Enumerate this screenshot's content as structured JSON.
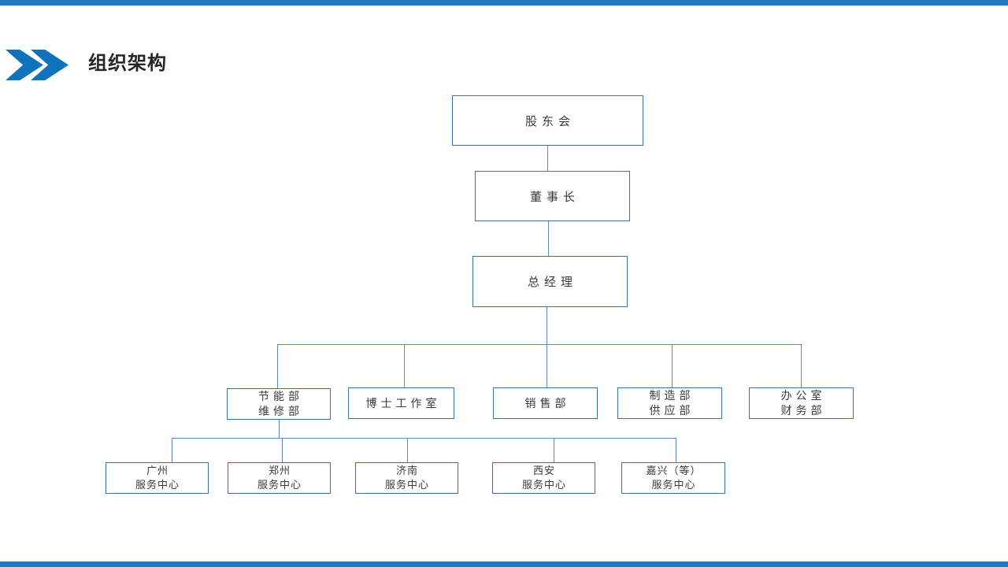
{
  "header": {
    "title": "组织架构",
    "marker_icon": "double-chevron-icon"
  },
  "colors": {
    "accent_blue": "#1173bd",
    "edge_bar_blue": "#2377bd",
    "node_border_blue": "#3e6f9f",
    "connector_blue": "#5e88b5",
    "text_dark": "#3a3a3a"
  },
  "org": {
    "nodes": {
      "shareholders": {
        "line1": "股东会"
      },
      "chairman": {
        "line1": "董事长"
      },
      "gm": {
        "line1": "总经理"
      },
      "dept1": {
        "line1": "节能部",
        "line2": "维修部"
      },
      "dept2": {
        "line1": "博士工作室"
      },
      "dept3": {
        "line1": "销售部"
      },
      "dept4": {
        "line1": "制造部",
        "line2": "供应部"
      },
      "dept5": {
        "line1": "办公室",
        "line2": "财务部"
      },
      "svc1": {
        "line1": "广州",
        "line2": "服务中心"
      },
      "svc2": {
        "line1": "郑州",
        "line2": "服务中心"
      },
      "svc3": {
        "line1": "济南",
        "line2": "服务中心"
      },
      "svc4": {
        "line1": "西安",
        "line2": "服务中心"
      },
      "svc5": {
        "line1": "嘉兴（等）",
        "line2": "服务中心"
      }
    }
  }
}
